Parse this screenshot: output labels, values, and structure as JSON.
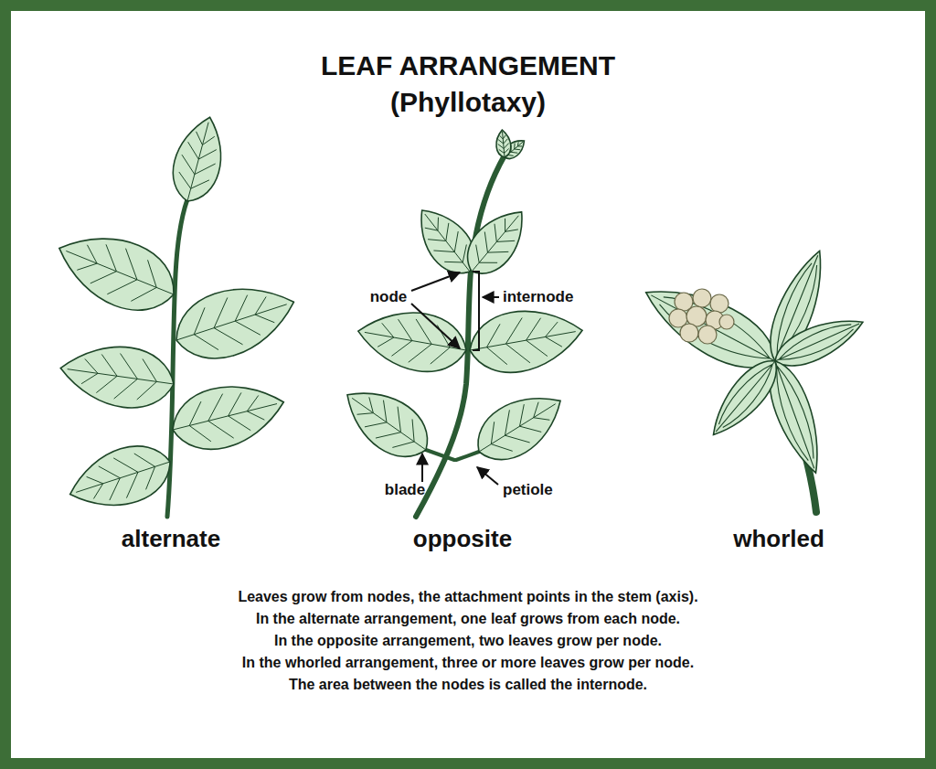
{
  "diagram": {
    "title": "LEAF ARRANGEMENT (Phyllotaxy)",
    "labels": [
      "node",
      "internode",
      "blade",
      "petiole",
      "alternate",
      "opposite",
      "whorled",
      "Leaves grow from nodes, the attachment points in the stem (axis).",
      "In the alternate arrangement, one leaf grows from each node.",
      "In the opposite arrangement, two leaves grow per node.",
      "In the whorled arrangement, three or more leaves grow per node.",
      "The area between the nodes is called the internode."
    ]
  }
}
